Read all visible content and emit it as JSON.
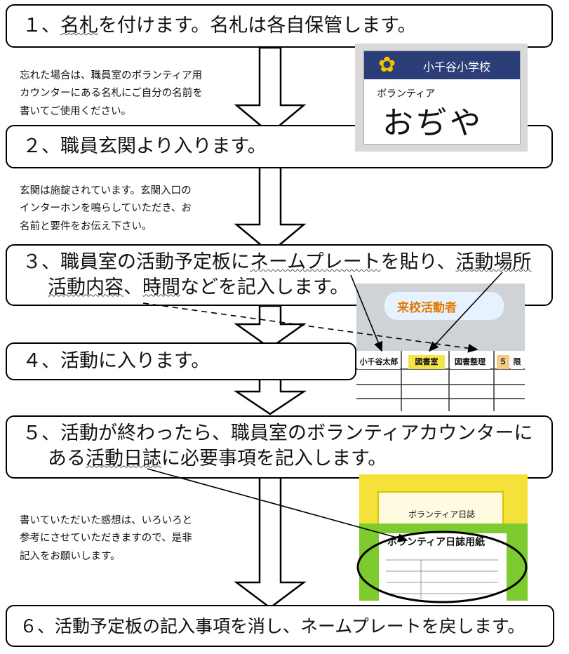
{
  "steps": [
    {
      "num": "１、",
      "a": "名札",
      "b": "を付けます。名札は各自保管します。"
    },
    {
      "num": "２、",
      "text": "職員玄関より入ります。"
    },
    {
      "num": "３、",
      "a": "職員室の活動予定板に",
      "b": "ネームプレート",
      "c": "を貼り、",
      "d": "活動場所",
      "e": "活動内容",
      "f": "、",
      "g": "時間",
      "h": "などを記入します。"
    },
    {
      "num": "４、",
      "text": "活動に入ります。"
    },
    {
      "num": "５、",
      "line1": "活動が終わったら、職員室のボランティアカウンターに",
      "a": "ある",
      "b": "活動日誌",
      "c": "に必要事項を記入します。"
    },
    {
      "num": "６、",
      "text": "活動予定板の記入事項を消し、ネームプレートを戻します。"
    }
  ],
  "notes": {
    "n1": [
      "忘れた場合は、職員室のボランティア用",
      "カウンターにある名札にご自分の名前を",
      "書いてご使用ください。"
    ],
    "n2": [
      "玄関は施錠されています。玄関入口の",
      "インターホンを鳴らしていただき、お",
      "名前と要件をお伝え下さい。"
    ],
    "n3": [
      "書いていただいた感想は、いろいろと",
      "参考にさせていただきますので、是非",
      "記入をお願いします。"
    ]
  },
  "photo_tag": {
    "school": "小千谷小学校",
    "role": "ボランティア",
    "name": "おぢや"
  },
  "photo_board": {
    "title": "来校活動者",
    "cells": [
      "小千谷太郎",
      "図書室",
      "図書整理",
      "５",
      "限"
    ]
  },
  "photo_diary": {
    "label": "ボランティア日誌",
    "form_title": "ボランティア日誌用紙"
  },
  "colors": {
    "border": "#000000",
    "tag_band": "#2c3e78",
    "basket": "#7ecb2f"
  }
}
